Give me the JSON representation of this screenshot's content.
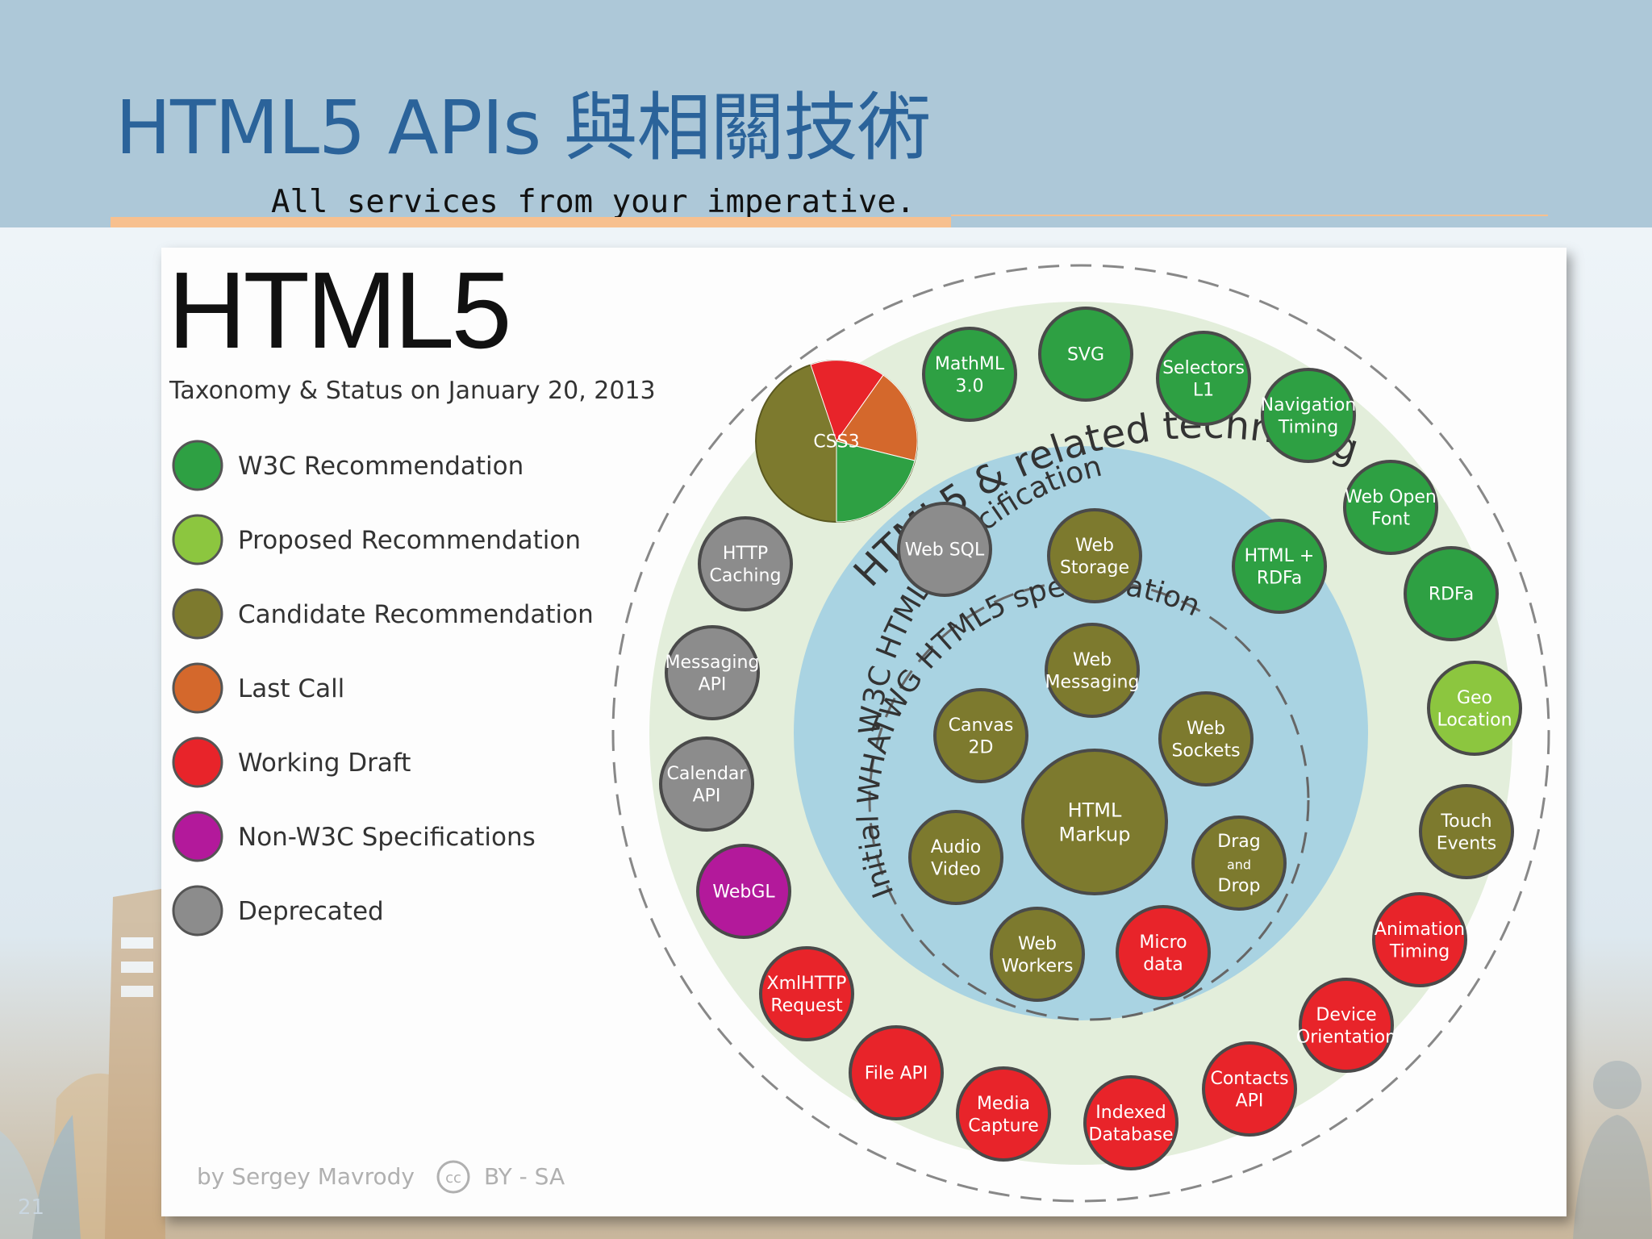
{
  "slide": {
    "title": "HTML5 APIs 與相關技術",
    "subtitle": "All services from your imperative.",
    "page_number": "21"
  },
  "figure": {
    "heading": "HTML5",
    "subheading": "Taxonomy & Status on January 20, 2013",
    "credit": {
      "author": "by Sergey Mavrody",
      "cc_badge": "cc",
      "license": "BY - SA"
    },
    "legend": [
      {
        "label": "W3C Recommendation",
        "color": "#2ea043"
      },
      {
        "label": "Proposed Recommendation",
        "color": "#8cc63f"
      },
      {
        "label": "Candidate Recommendation",
        "color": "#7d7a2e"
      },
      {
        "label": "Last Call",
        "color": "#d4682c"
      },
      {
        "label": "Working Draft",
        "color": "#e8242a"
      },
      {
        "label": "Non-W3C Specifications",
        "color": "#b3199b"
      },
      {
        "label": "Deprecated",
        "color": "#8c8c8c"
      }
    ],
    "rings": {
      "outer": "HTML5 & related technologies",
      "middle": "W3C HTML5 specification",
      "inner": "Initial WHATWG HTML5 specification"
    },
    "nodes": [
      {
        "lines": [
          "CSS3"
        ],
        "status": "pie"
      },
      {
        "lines": [
          "MathML",
          "3.0"
        ],
        "status": "W3C Recommendation"
      },
      {
        "lines": [
          "SVG"
        ],
        "status": "W3C Recommendation"
      },
      {
        "lines": [
          "Selectors",
          "L1"
        ],
        "status": "W3C Recommendation"
      },
      {
        "lines": [
          "Navigation",
          "Timing"
        ],
        "status": "W3C Recommendation"
      },
      {
        "lines": [
          "Web Open",
          "Font"
        ],
        "status": "W3C Recommendation"
      },
      {
        "lines": [
          "RDFa"
        ],
        "status": "W3C Recommendation"
      },
      {
        "lines": [
          "Geo",
          "Location"
        ],
        "status": "Proposed Recommendation"
      },
      {
        "lines": [
          "Touch",
          "Events"
        ],
        "status": "Candidate Recommendation"
      },
      {
        "lines": [
          "Animation",
          "Timing"
        ],
        "status": "Working Draft"
      },
      {
        "lines": [
          "Device",
          "Orientation"
        ],
        "status": "Working Draft"
      },
      {
        "lines": [
          "Contacts",
          "API"
        ],
        "status": "Working Draft"
      },
      {
        "lines": [
          "Indexed",
          "Database"
        ],
        "status": "Working Draft"
      },
      {
        "lines": [
          "Media",
          "Capture"
        ],
        "status": "Working Draft"
      },
      {
        "lines": [
          "File API"
        ],
        "status": "Working Draft"
      },
      {
        "lines": [
          "XmlHTTP",
          "Request"
        ],
        "status": "Working Draft"
      },
      {
        "lines": [
          "WebGL"
        ],
        "status": "Non-W3C Specifications"
      },
      {
        "lines": [
          "Calendar",
          "API"
        ],
        "status": "Deprecated"
      },
      {
        "lines": [
          "Messaging",
          "API"
        ],
        "status": "Deprecated"
      },
      {
        "lines": [
          "HTTP",
          "Caching"
        ],
        "status": "Deprecated"
      },
      {
        "lines": [
          "Web SQL"
        ],
        "status": "Deprecated"
      },
      {
        "lines": [
          "Web",
          "Storage"
        ],
        "status": "Candidate Recommendation"
      },
      {
        "lines": [
          "HTML +",
          "RDFa"
        ],
        "status": "W3C Recommendation"
      },
      {
        "lines": [
          "Web",
          "Messaging"
        ],
        "status": "Candidate Recommendation"
      },
      {
        "lines": [
          "Canvas",
          "2D"
        ],
        "status": "Candidate Recommendation"
      },
      {
        "lines": [
          "Web",
          "Sockets"
        ],
        "status": "Candidate Recommendation"
      },
      {
        "lines": [
          "HTML",
          "Markup"
        ],
        "status": "Candidate Recommendation"
      },
      {
        "lines": [
          "Audio",
          "Video"
        ],
        "status": "Candidate Recommendation"
      },
      {
        "lines": [
          "Drag",
          "and",
          "Drop"
        ],
        "status": "Candidate Recommendation"
      },
      {
        "lines": [
          "Web",
          "Workers"
        ],
        "status": "Candidate Recommendation"
      },
      {
        "lines": [
          "Micro",
          "data"
        ],
        "status": "Working Draft"
      }
    ]
  }
}
